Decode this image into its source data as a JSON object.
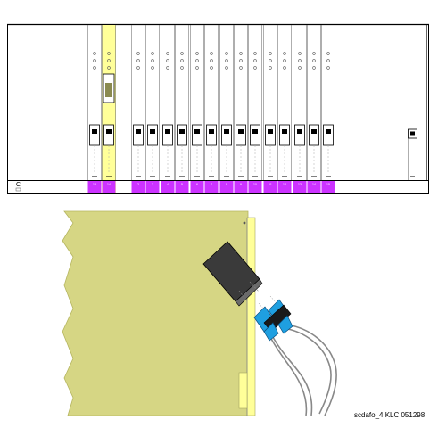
{
  "shelf": {
    "left_label": "C",
    "colors": {
      "magenta": "#cc33ff",
      "highlight": "#ffff99",
      "board": "#d6d684",
      "connector": "#1f9fe0"
    }
  },
  "slots": [
    {
      "id": "s1",
      "tag": "13"
    },
    {
      "id": "s2",
      "tag": "14"
    },
    {
      "id": "s3",
      "tag": "2"
    },
    {
      "id": "s4",
      "tag": "3"
    },
    {
      "id": "s5",
      "tag": "4"
    },
    {
      "id": "s6",
      "tag": "5"
    },
    {
      "id": "s7",
      "tag": "6"
    },
    {
      "id": "s8",
      "tag": "7"
    },
    {
      "id": "s9",
      "tag": "8"
    },
    {
      "id": "s10",
      "tag": "9"
    },
    {
      "id": "s11",
      "tag": "10"
    },
    {
      "id": "s12",
      "tag": "11"
    },
    {
      "id": "s13",
      "tag": "12"
    },
    {
      "id": "s14",
      "tag": "13"
    },
    {
      "id": "s15",
      "tag": "14"
    },
    {
      "id": "s16",
      "tag": "15"
    }
  ],
  "caption": "scdafo_4 KLC 051298"
}
